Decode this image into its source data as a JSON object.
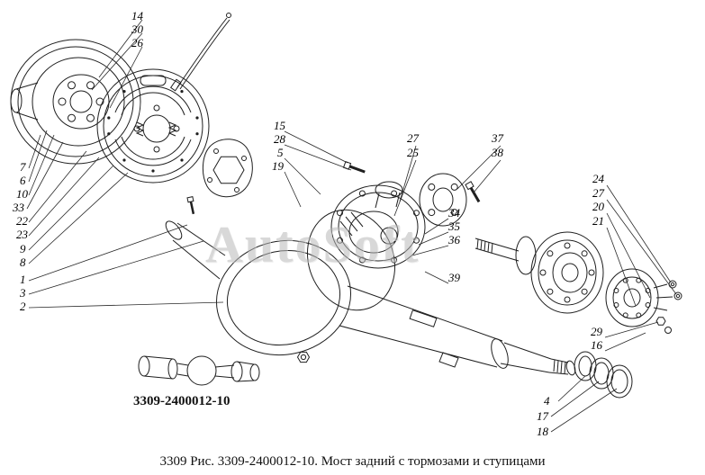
{
  "meta": {
    "caption": "3309 Рис. 3309-2400012-10. Мост задний с тормозами и ступицами",
    "subassembly_label": "3309-2400012-10",
    "watermark": "AutoSoft",
    "colors": {
      "line": "#1f1f1f",
      "watermark": "#b9b9b9",
      "background": "#ffffff"
    }
  },
  "callouts": [
    {
      "label": "14"
    },
    {
      "label": "30"
    },
    {
      "label": "26"
    },
    {
      "label": "7"
    },
    {
      "label": "6"
    },
    {
      "label": "10"
    },
    {
      "label": "33"
    },
    {
      "label": "22"
    },
    {
      "label": "23"
    },
    {
      "label": "9"
    },
    {
      "label": "8"
    },
    {
      "label": "1"
    },
    {
      "label": "3"
    },
    {
      "label": "2"
    },
    {
      "label": "15"
    },
    {
      "label": "28"
    },
    {
      "label": "5"
    },
    {
      "label": "19"
    },
    {
      "label": "27"
    },
    {
      "label": "25"
    },
    {
      "label": "37"
    },
    {
      "label": "38"
    },
    {
      "label": "24"
    },
    {
      "label": "27"
    },
    {
      "label": "20"
    },
    {
      "label": "21"
    },
    {
      "label": "34"
    },
    {
      "label": "35"
    },
    {
      "label": "36"
    },
    {
      "label": "39"
    },
    {
      "label": "29"
    },
    {
      "label": "16"
    },
    {
      "label": "4"
    },
    {
      "label": "17"
    },
    {
      "label": "18"
    }
  ]
}
